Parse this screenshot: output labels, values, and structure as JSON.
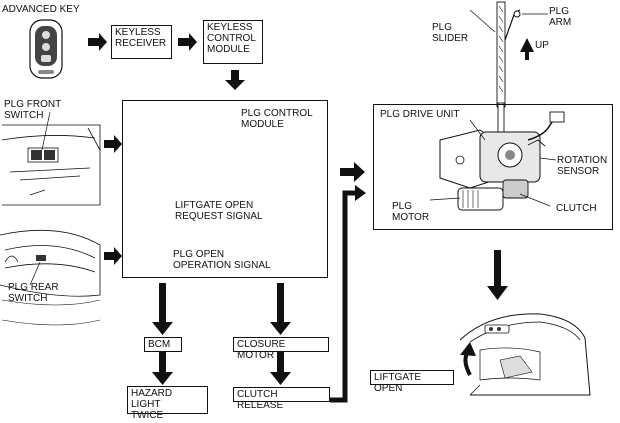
{
  "labels": {
    "advanced_key": "ADVANCED KEY",
    "keyless_receiver": "KEYLESS\nRECEIVER",
    "keyless_control_module": "KEYLESS\nCONTROL\nMODULE",
    "plg_front_switch": "PLG FRONT\nSWITCH",
    "plg_rear_switch": "PLG REAR\nSWITCH",
    "plg_control_module": "PLG CONTROL\nMODULE",
    "liftgate_open_request_signal": "LIFTGATE OPEN\nREQUEST SIGNAL",
    "plg_open_operation_signal": "PLG OPEN\nOPERATION SIGNAL",
    "bcm": "BCM",
    "hazard_light_twice": "HAZARD LIGHT\nTWICE",
    "closure_motor": "CLOSURE MOTOR",
    "clutch_release": "CLUTCH RELEASE",
    "plg_slider": "PLG\nSLIDER",
    "plg_arm": "PLG\nARM",
    "up": "UP",
    "plg_drive_unit": "PLG DRIVE UNIT",
    "rotation_sensor": "ROTATION\nSENSOR",
    "plg_motor": "PLG\nMOTOR",
    "clutch": "CLUTCH",
    "liftgate_open": "LIFTGATE OPEN"
  },
  "icons": [
    "key-fob-illustration",
    "front-switch-illustration",
    "rear-switch-illustration",
    "control-module-illustration",
    "drive-unit-illustration",
    "liftgate-illustration"
  ]
}
